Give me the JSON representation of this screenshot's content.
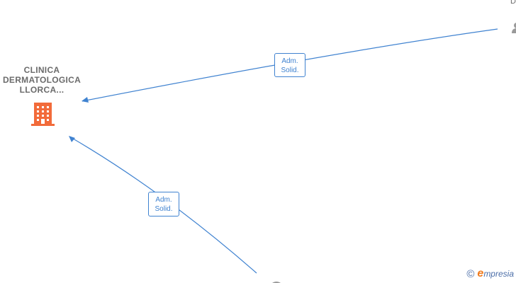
{
  "colors": {
    "edge": "#3f82d0",
    "company_icon": "#f26b3a",
    "label_text": "#6b6b6b",
    "brand": "#4b6ea8",
    "brand_accent": "#f07b1d"
  },
  "company_node": {
    "name_lines": [
      "CLINICA",
      "DERMATOLOGICA",
      "LLORCA..."
    ],
    "icon": "building-icon"
  },
  "edges": [
    {
      "label_line1": "Adm.",
      "label_line2": "Solid."
    },
    {
      "label_line1": "Adm.",
      "label_line2": "Solid."
    }
  ],
  "corner_fragment": "D",
  "watermark": {
    "copyright": "©",
    "brand_e": "e",
    "brand_rest": "mpresia"
  }
}
